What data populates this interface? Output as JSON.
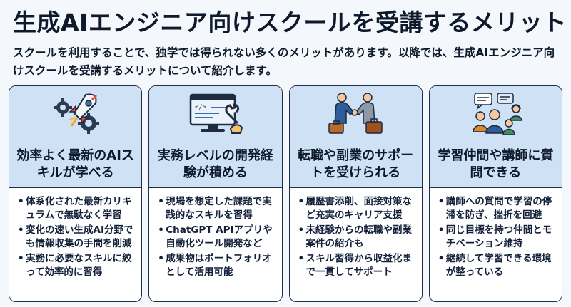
{
  "header": {
    "title": "生成AIエンジニア向けスクールを受講するメリット",
    "intro": "スクールを利用することで、独学では得られない多くのメリットがあります。以降では、生成AIエンジニア向けスクールを受講するメリットについて紹介します。"
  },
  "cards": [
    {
      "icon": "rocket-gears-icon",
      "title": "効率よく最新のAIスキルが学べる",
      "bullets": [
        "体系化された最新カリキュラムで無駄なく学習",
        "変化の速い生成AI分野でも情報収集の手間を削減",
        "実務に必要なスキルに絞って効率的に習得"
      ]
    },
    {
      "icon": "monitor-code-wrench-icon",
      "title": "実務レベルの開発経験が積める",
      "bullets": [
        "現場を想定した課題で実践的なスキルを習得",
        "ChatGPT APIアプリや自動化ツール開発など",
        "成果物はポートフォリオとして活用可能"
      ]
    },
    {
      "icon": "handshake-briefcase-icon",
      "title": "転職や副業のサポートを受けられる",
      "bullets": [
        "履歴書添削、面接対策など充実のキャリア支援",
        "未経験からの転職や副業案件の紹介も",
        "スキル習得から収益化まで一貫してサポート"
      ]
    },
    {
      "icon": "group-chat-icon",
      "title": "学習仲間や講師に質問できる",
      "bullets": [
        "講師への質問で学習の停滞を防ぎ、挫折を回避",
        "同じ目標を持つ仲間とモチベーション維持",
        "継続して学習できる環境が整っている"
      ]
    }
  ]
}
